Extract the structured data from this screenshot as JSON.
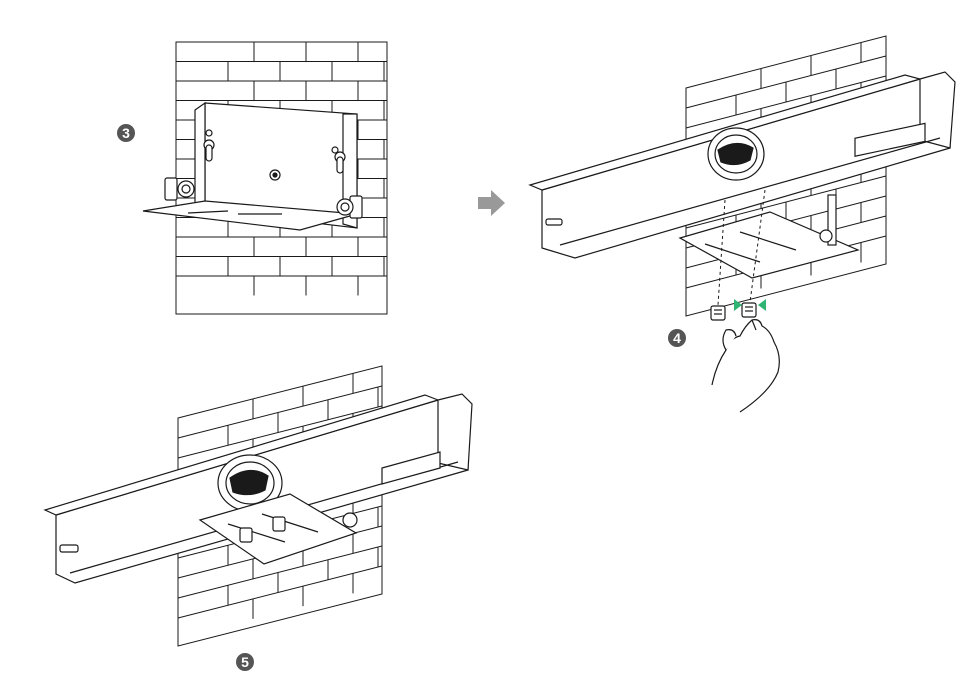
{
  "steps": [
    {
      "number": "3"
    },
    {
      "number": "4"
    },
    {
      "number": "5"
    }
  ],
  "colors": {
    "line": "#1a1a1a",
    "badge_fill": "#555555",
    "badge_text": "#ffffff",
    "arrow": "#999999",
    "accent": "#2fb573",
    "background": "#ffffff"
  },
  "icons": {
    "arrow": "right-arrow-icon",
    "hand": "hand-icon"
  }
}
